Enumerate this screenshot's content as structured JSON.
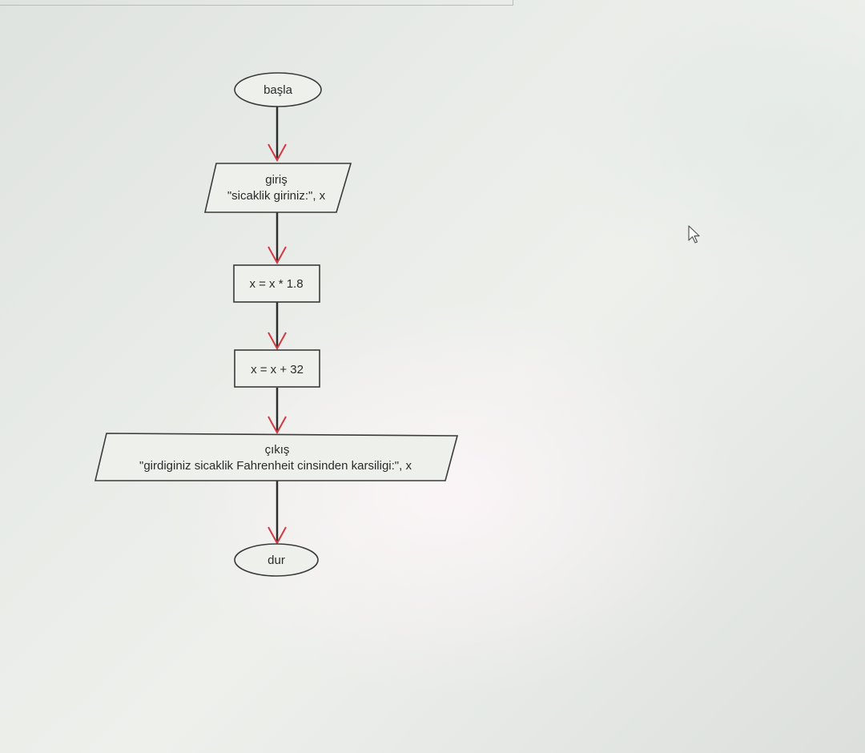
{
  "flowchart": {
    "start": "başla",
    "input_title": "giriş",
    "input_prompt": "\"sicaklik giriniz:\", x",
    "step1": "x = x * 1.8",
    "step2": "x = x + 32",
    "output_title": "çıkış",
    "output_message": "\"girdiginiz sicaklik Fahrenheit cinsinden karsiligi:\", x",
    "end": "dur"
  },
  "colors": {
    "shape_stroke": "#3a3a3a",
    "arrow_line": "#2e2e2e",
    "arrow_head": "#d23a44"
  }
}
